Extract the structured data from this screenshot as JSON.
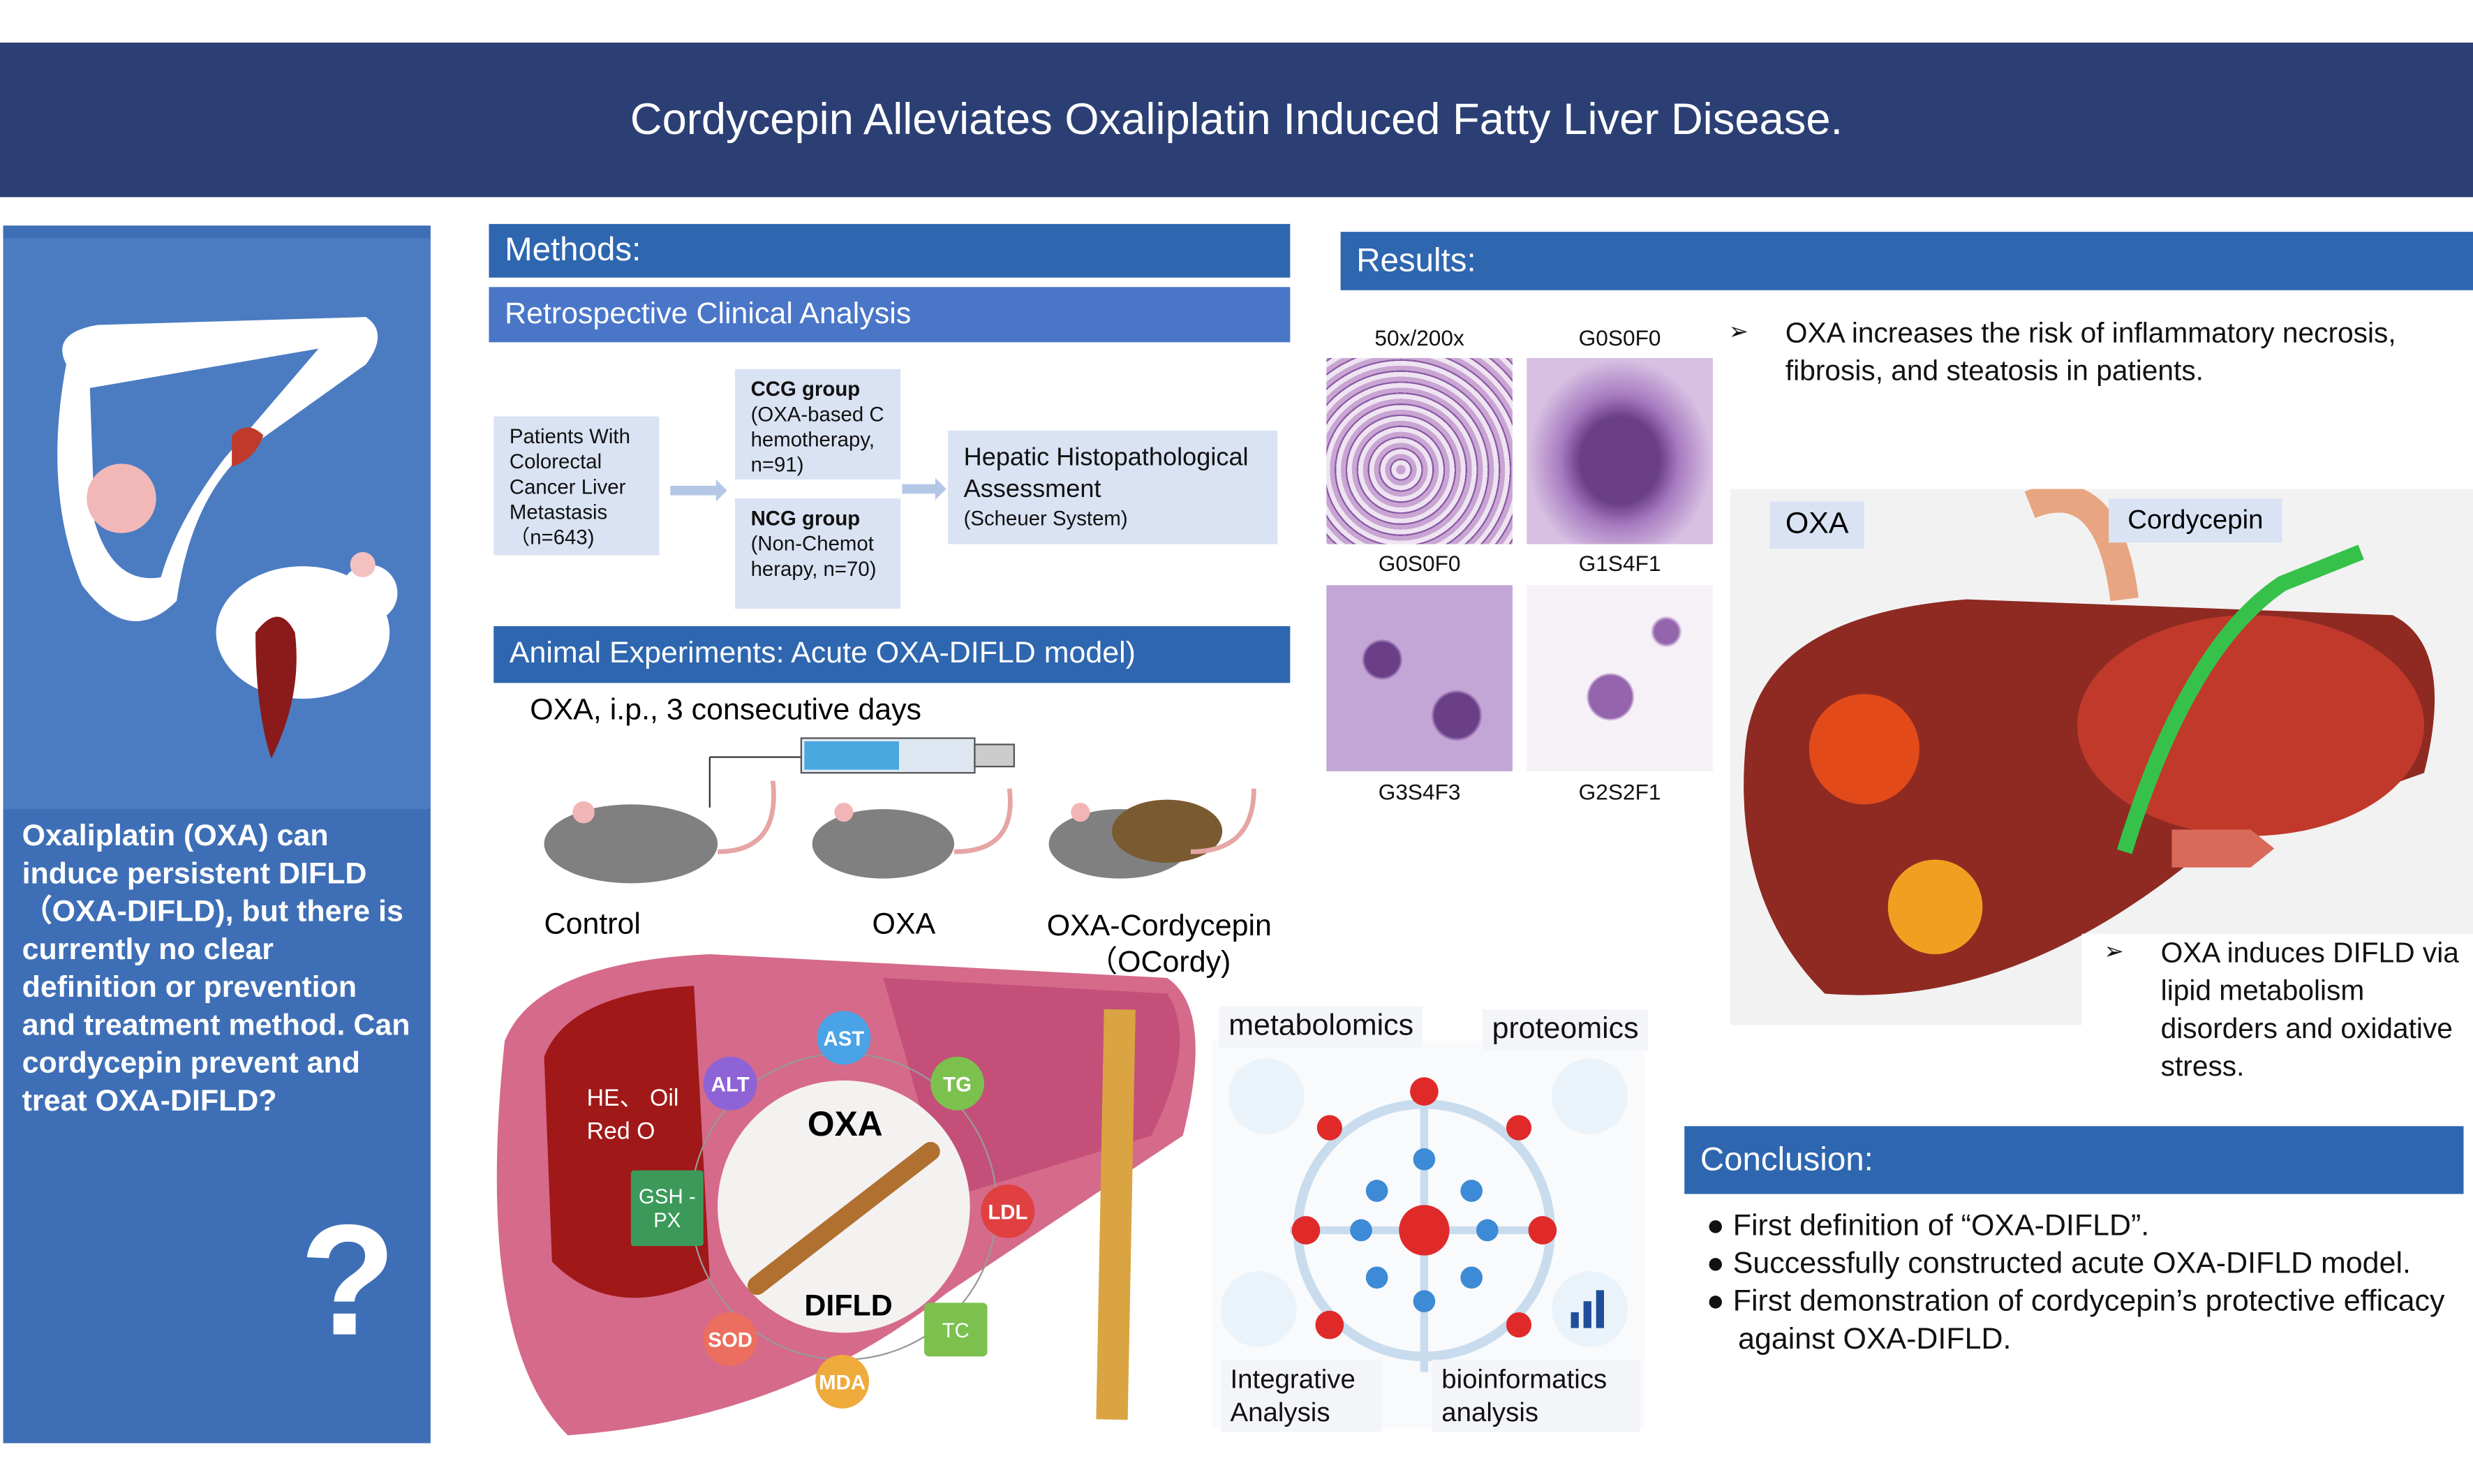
{
  "title": "Cordycepin Alleviates Oxaliplatin Induced Fatty Liver Disease.",
  "left_panel": {
    "question": "Oxaliplatin (OXA) can induce persistent DIFLD （OXA-DIFLD), but there is currently no clear definition or prevention and treatment method. Can cordycepin prevent and treat OXA-DIFLD?",
    "question_mark": "?"
  },
  "methods": {
    "header": "Methods:",
    "retro_header": "Retrospective Clinical Analysis",
    "patients": "Patients With Colorectal Cancer Liver Metastasis （n=643)",
    "ccg_title": "CCG group",
    "ccg_detail": "(OXA-based Chemotherapy, n=91)",
    "ncg_title": "NCG group",
    "ncg_detail": "(Non-Chemotherapy, n=70)",
    "assessment_title": "Hepatic Histopathological Assessment",
    "assessment_detail": "(Scheuer System)",
    "animal_header": "Animal Experiments: Acute OXA-DIFLD model)",
    "dosing": "OXA, i.p., 3 consecutive days",
    "groups": [
      "Control",
      "OXA",
      "OXA-Cordycepin （OCordy)"
    ],
    "stains": "HE、 Oil Red O",
    "center_top": "OXA",
    "center_bottom": "DIFLD",
    "markers": [
      "AST",
      "ALT",
      "TG",
      "GSH -PX",
      "LDL",
      "SOD",
      "TC",
      "MDA"
    ],
    "omics": [
      "metabolomics",
      "proteomics",
      "Integrative Analysis",
      "bioinformatics analysis"
    ]
  },
  "results": {
    "header": "Results:",
    "histo_labels": [
      "50x/200x",
      "G0S0F0",
      "G0S0F0",
      "G1S4F1",
      "G3S4F3",
      "G2S2F1"
    ],
    "bullet1": "OXA increases the risk of inflammatory necrosis, fibrosis, and steatosis in patients.",
    "liver_labels": [
      "OXA",
      "Cordycepin"
    ],
    "bullet2": "OXA induces DIFLD via lipid metabolism disorders and oxidative stress.",
    "bullet_glyph": "➢"
  },
  "conclusion": {
    "header": "Conclusion:",
    "items": [
      "First definition of “OXA-DIFLD”.",
      "Successfully constructed acute OXA-DIFLD model.",
      "First demonstration of cordycepin’s protective efficacy against OXA-DIFLD."
    ]
  },
  "colors": {
    "navy": "#2b3f74",
    "blue": "#3b6cb4",
    "header_blue": "#2e66b0",
    "light_box": "#dae3f3"
  }
}
